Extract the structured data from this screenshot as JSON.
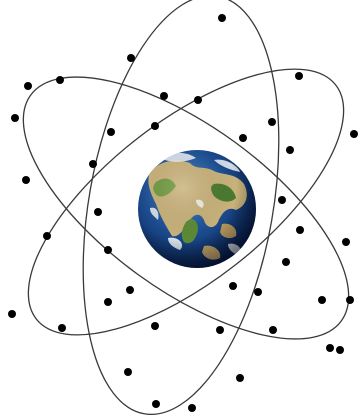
{
  "image": {
    "subject": "earth-with-satellite-orbits",
    "background_color": "#ffffff",
    "orbit_color": "#3a3a3a",
    "satellite_color": "#000000",
    "orbit_count": 3,
    "satellite_count": 40
  },
  "globe": {
    "ocean_colors": [
      "#2f6fb8",
      "#143c7a",
      "#06183d"
    ],
    "land_colors": [
      "#c9b27a",
      "#6f9a3f",
      "#3f6b2a"
    ],
    "cloud_color": "#f2f5f7"
  }
}
